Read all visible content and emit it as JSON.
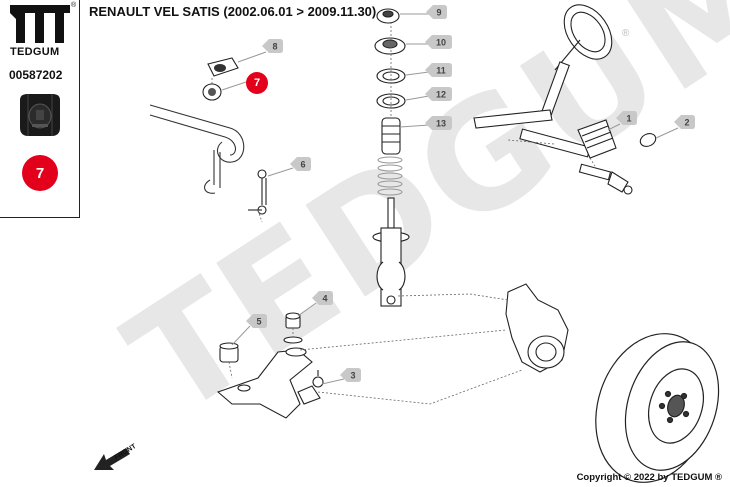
{
  "brand": {
    "name": "TEDGUM",
    "registered_mark": "®",
    "part_number": "00587202",
    "highlight_number": "7",
    "accent_color": "#e3001b",
    "watermark": "TEDGUM"
  },
  "header": {
    "title": "RENAULT VEL SATIS",
    "date_range": "(2002.06.01 > 2009.11.30)"
  },
  "diagram": {
    "callouts": [
      {
        "id": "1",
        "label": "1"
      },
      {
        "id": "2",
        "label": "2"
      },
      {
        "id": "3",
        "label": "3"
      },
      {
        "id": "4",
        "label": "4"
      },
      {
        "id": "5",
        "label": "5"
      },
      {
        "id": "6",
        "label": "6"
      },
      {
        "id": "7",
        "label": "7"
      },
      {
        "id": "8",
        "label": "8"
      },
      {
        "id": "9",
        "label": "9"
      },
      {
        "id": "10",
        "label": "10"
      },
      {
        "id": "11",
        "label": "11"
      },
      {
        "id": "12",
        "label": "12"
      },
      {
        "id": "13",
        "label": "13"
      }
    ],
    "highlighted_callout": "7",
    "front_label": "FRONT"
  },
  "footer": {
    "copyright": "Copyright © 2022 by TEDGUM ®"
  }
}
